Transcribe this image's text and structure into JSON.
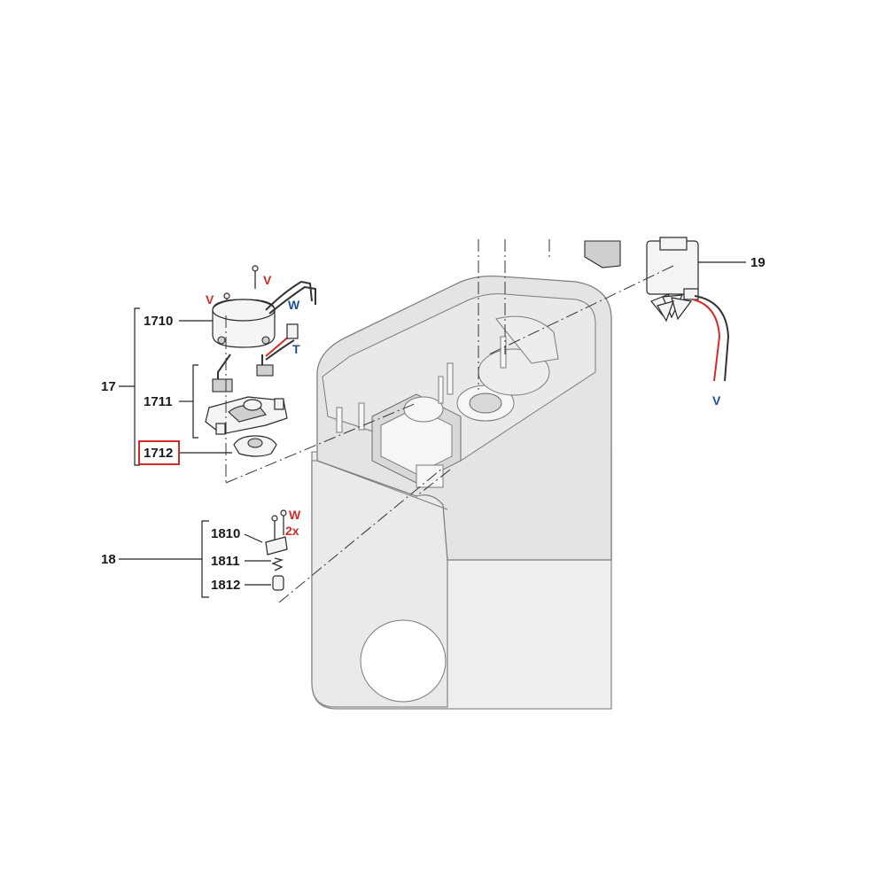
{
  "callouts": {
    "group_17": "17",
    "part_1710": "1710",
    "part_1711": "1711",
    "part_1712": "1712",
    "group_18": "18",
    "part_1810": "1810",
    "part_1811": "1811",
    "part_1812": "1812",
    "group_19": "19"
  },
  "codes": {
    "v_top": "V",
    "v_left": "V",
    "w_1710": "W",
    "t_1711": "T",
    "w_1810": "W",
    "qty_1810": "2x",
    "v_19": "V"
  },
  "highlighted_part": "1712",
  "colors": {
    "highlight": "#d42a2a",
    "code_red": "#d42a2a",
    "code_blue": "#1f4e9c",
    "housing": "#efefef"
  }
}
